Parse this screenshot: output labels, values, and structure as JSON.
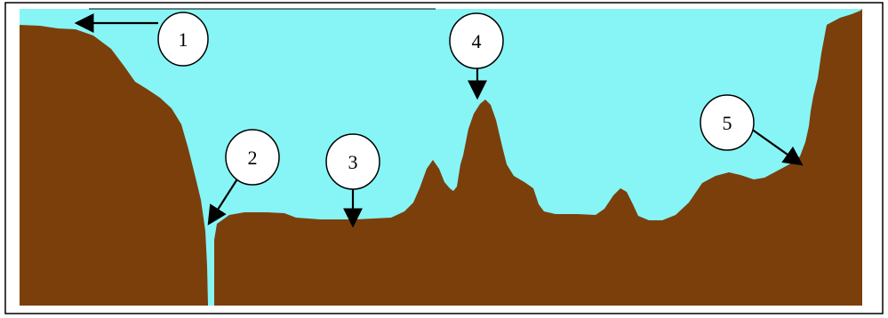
{
  "colors": {
    "water": "#87F5F5",
    "land": "#7B3F0C",
    "frame": "#000000",
    "callout_fill": "#ffffff",
    "arrow": "#000000"
  },
  "callouts": [
    {
      "id": "1",
      "label": "1"
    },
    {
      "id": "2",
      "label": "2"
    },
    {
      "id": "3",
      "label": "3"
    },
    {
      "id": "4",
      "label": "4"
    },
    {
      "id": "5",
      "label": "5"
    }
  ]
}
